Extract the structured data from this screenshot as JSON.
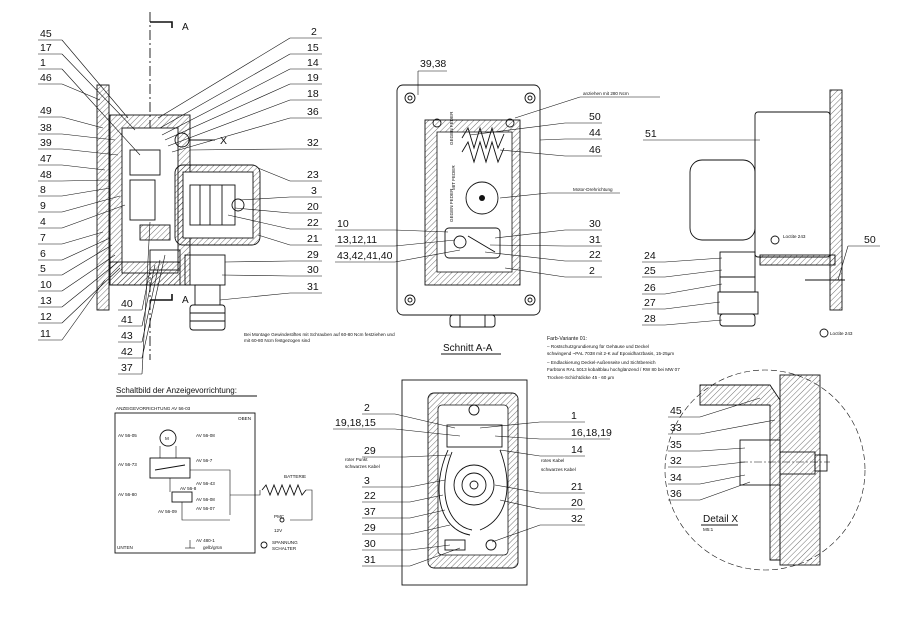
{
  "section_marks": {
    "top": "A",
    "bottom": "A"
  },
  "left_labels": [
    "45",
    "17",
    "1",
    "46",
    "49",
    "38",
    "39",
    "47",
    "48",
    "8",
    "9",
    "4",
    "7",
    "6",
    "5",
    "10",
    "13",
    "12",
    "11"
  ],
  "right_labels": [
    "2",
    "15",
    "14",
    "19",
    "18",
    "36",
    "32",
    "23",
    "3",
    "20",
    "22",
    "21",
    "29",
    "30",
    "31"
  ],
  "bottom_labels": [
    "40",
    "41",
    "43",
    "42",
    "37"
  ],
  "x_marker": "X",
  "mount_note": "Bei Montage Gewindestiftes mit Schrauben auf 60-80 Ncm festziehen und",
  "section_view": {
    "title": "Schnitt A-A",
    "top_label": "39,38",
    "left_labels": [
      "10",
      "13,12,11",
      "43,42,41,40"
    ],
    "right_labels": [
      "50",
      "44",
      "46",
      "30",
      "31",
      "22",
      "2"
    ],
    "torque_note": "anziehen mit 280 Ncm",
    "motor_note": "Motor-Drehrichtung"
  },
  "side_view": {
    "labels_left": [
      "24",
      "25",
      "26",
      "27",
      "28"
    ],
    "label_top": "51",
    "label_right": "50",
    "fill1": "Loctite 243",
    "fill2": "Loctite 243"
  },
  "paint_notes": {
    "heading": "Farb-Variante 01:",
    "lines": [
      "– Rostschutzgrundierung für Gehäuse und Deckel",
      "   schwingend ~PAL 7038  mit 2-K auf Epoxidharzbasis, 15-25µm",
      "– Endlackierung Deckel-Außenseite und Sichtbereich",
      "   Farbtons RAL 5013 kobaltblau hochglänzend  /  RW 80 bei MW 07",
      "   Trocken-Schichtdicke 45 - 60 µm"
    ]
  },
  "wiring_view": {
    "left_labels": [
      "2",
      "19,18,15",
      "29",
      "3",
      "22",
      "37",
      "29",
      "30",
      "31"
    ],
    "right_labels": [
      "1",
      "16,18,19",
      "14",
      "21",
      "20",
      "32"
    ],
    "wire_notes": [
      "roter Punkt",
      "schwarzes Kabel",
      "rotes Kabel",
      "schwarzes Kabel"
    ]
  },
  "detail_view": {
    "labels": [
      "45",
      "33",
      "35",
      "32",
      "34",
      "36"
    ],
    "title": "Detail X",
    "scale": "M5:1"
  },
  "schematic": {
    "title": "Schaltbild der Anzeigevorrichtung:",
    "subtitle": "ANZEIGEVORRICHTUNG AV 56-03",
    "labels": [
      "OBEN",
      "UNTEN",
      "M",
      "AV 56-05",
      "AV 56-08",
      "AV 56-73",
      "AV 56-7",
      "AV 56-80",
      "AV 56-8",
      "AV 56-43",
      "AV 56-08",
      "AV 56-07",
      "AV 480-1",
      "AV 56-09",
      "BATTERIE",
      "PMC",
      "12V",
      "SPANNUNG",
      "SCHALTER",
      "gelb/grün"
    ]
  }
}
